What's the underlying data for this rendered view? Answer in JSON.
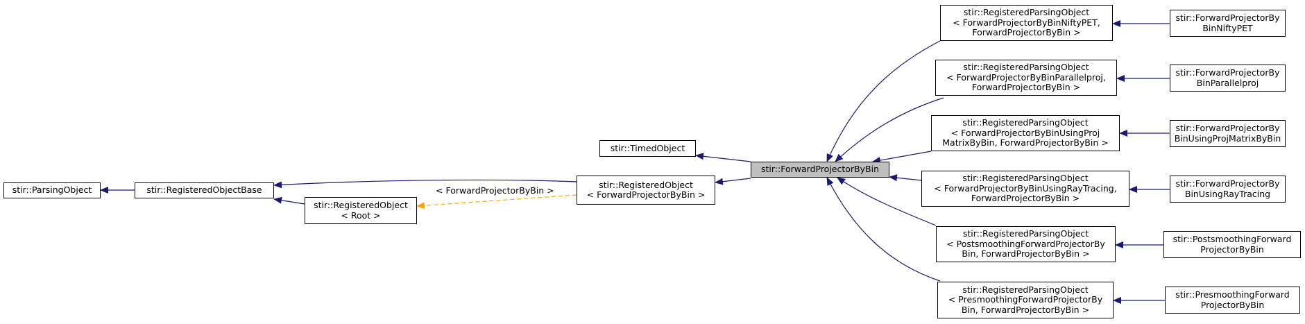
{
  "diagram": {
    "nodes": {
      "parsing_object": [
        "stir::ParsingObject"
      ],
      "registered_object_base": [
        "stir::RegisteredObjectBase"
      ],
      "registered_object_root": [
        "stir::RegisteredObject",
        "< Root >"
      ],
      "registered_object_fpbb": [
        "stir::RegisteredObject",
        "< ForwardProjectorByBin >"
      ],
      "timed_object": [
        "stir::TimedObject"
      ],
      "forward_projector_by_bin": [
        "stir::ForwardProjectorByBin"
      ],
      "rpo_niftypet": [
        "stir::RegisteredParsingObject",
        "< ForwardProjectorByBinNiftyPET,",
        "ForwardProjectorByBin >"
      ],
      "rpo_parallelproj": [
        "stir::RegisteredParsingObject",
        "< ForwardProjectorByBinParallelproj,",
        "ForwardProjectorByBin >"
      ],
      "rpo_projmatrix": [
        "stir::RegisteredParsingObject",
        "< ForwardProjectorByBinUsingProj",
        "MatrixByBin, ForwardProjectorByBin >"
      ],
      "rpo_raytracing": [
        "stir::RegisteredParsingObject",
        "< ForwardProjectorByBinUsingRayTracing,",
        "ForwardProjectorByBin >"
      ],
      "rpo_postsmoothing": [
        "stir::RegisteredParsingObject",
        "< PostsmoothingForwardProjectorBy",
        "Bin, ForwardProjectorByBin >"
      ],
      "rpo_presmoothing": [
        "stir::RegisteredParsingObject",
        "< PresmoothingForwardProjectorBy",
        "Bin, ForwardProjectorByBin >"
      ],
      "fpbb_niftypet": [
        "stir::ForwardProjectorBy",
        "BinNiftyPET"
      ],
      "fpbb_parallelproj": [
        "stir::ForwardProjectorBy",
        "BinParallelproj"
      ],
      "fpbb_projmatrix": [
        "stir::ForwardProjectorBy",
        "BinUsingProjMatrixByBin"
      ],
      "fpbb_raytracing": [
        "stir::ForwardProjectorBy",
        "BinUsingRayTracing"
      ],
      "postsmoothing_fp": [
        "stir::PostsmoothingForward",
        "ProjectorByBin"
      ],
      "presmoothing_fp": [
        "stir::PresmoothingForward",
        "ProjectorByBin"
      ]
    },
    "edge_label": "< ForwardProjectorByBin >",
    "colors": {
      "inherit": "#191970",
      "template": "#ffa500",
      "focus_fill": "#bfbfbf"
    }
  }
}
